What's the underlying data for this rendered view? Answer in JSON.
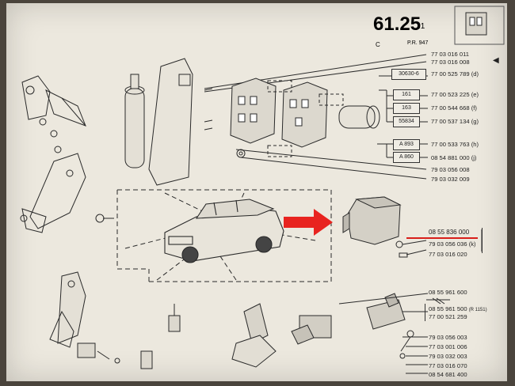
{
  "header": {
    "page_number": "61",
    "page_section": ".25",
    "page_suffix": ".1",
    "c_mark": "C",
    "pr_code": "P.R. 947"
  },
  "parts": [
    {
      "code": "77 03 016 011"
    },
    {
      "code": "77 03 016 008"
    },
    {
      "code": "77 00 525 789",
      "suffix": "(d)",
      "box": "30630-6"
    },
    {
      "code": "77 00 523 225",
      "suffix": "(e)",
      "box": "161"
    },
    {
      "code": "77 00 544 668",
      "suffix": "(f)",
      "box": "163"
    },
    {
      "code": "77 00 537 134",
      "suffix": "(g)",
      "box": "55834"
    },
    {
      "code": "77 00 533 763",
      "suffix": "(h)",
      "box": "A 893"
    },
    {
      "code": "08 54 881 000",
      "suffix": "(j)",
      "box": "A 860"
    },
    {
      "code": "79 03 056 008"
    },
    {
      "code": "79 03 032 009"
    },
    {
      "code": "08 55 836 000"
    },
    {
      "code": "79 03 056 036",
      "suffix": "(k)"
    },
    {
      "code": "77 03 016 020"
    },
    {
      "code": "08 55 961 600"
    },
    {
      "code": "08 55 961 500",
      "suffix": "(R 1151)"
    },
    {
      "code": "77 00 521 259"
    },
    {
      "code": "79 03 056 003"
    },
    {
      "code": "77 03 001 006"
    },
    {
      "code": "79 03 032 003"
    },
    {
      "code": "77 03 016 070"
    },
    {
      "code": "08 54 681 400"
    }
  ],
  "highlight": {
    "part_code": "08 55 836 000",
    "arrow_color": "#e8231f",
    "underline_color": "#d81e1a"
  },
  "icons": {
    "pointer": "small-arrow-left-icon"
  }
}
